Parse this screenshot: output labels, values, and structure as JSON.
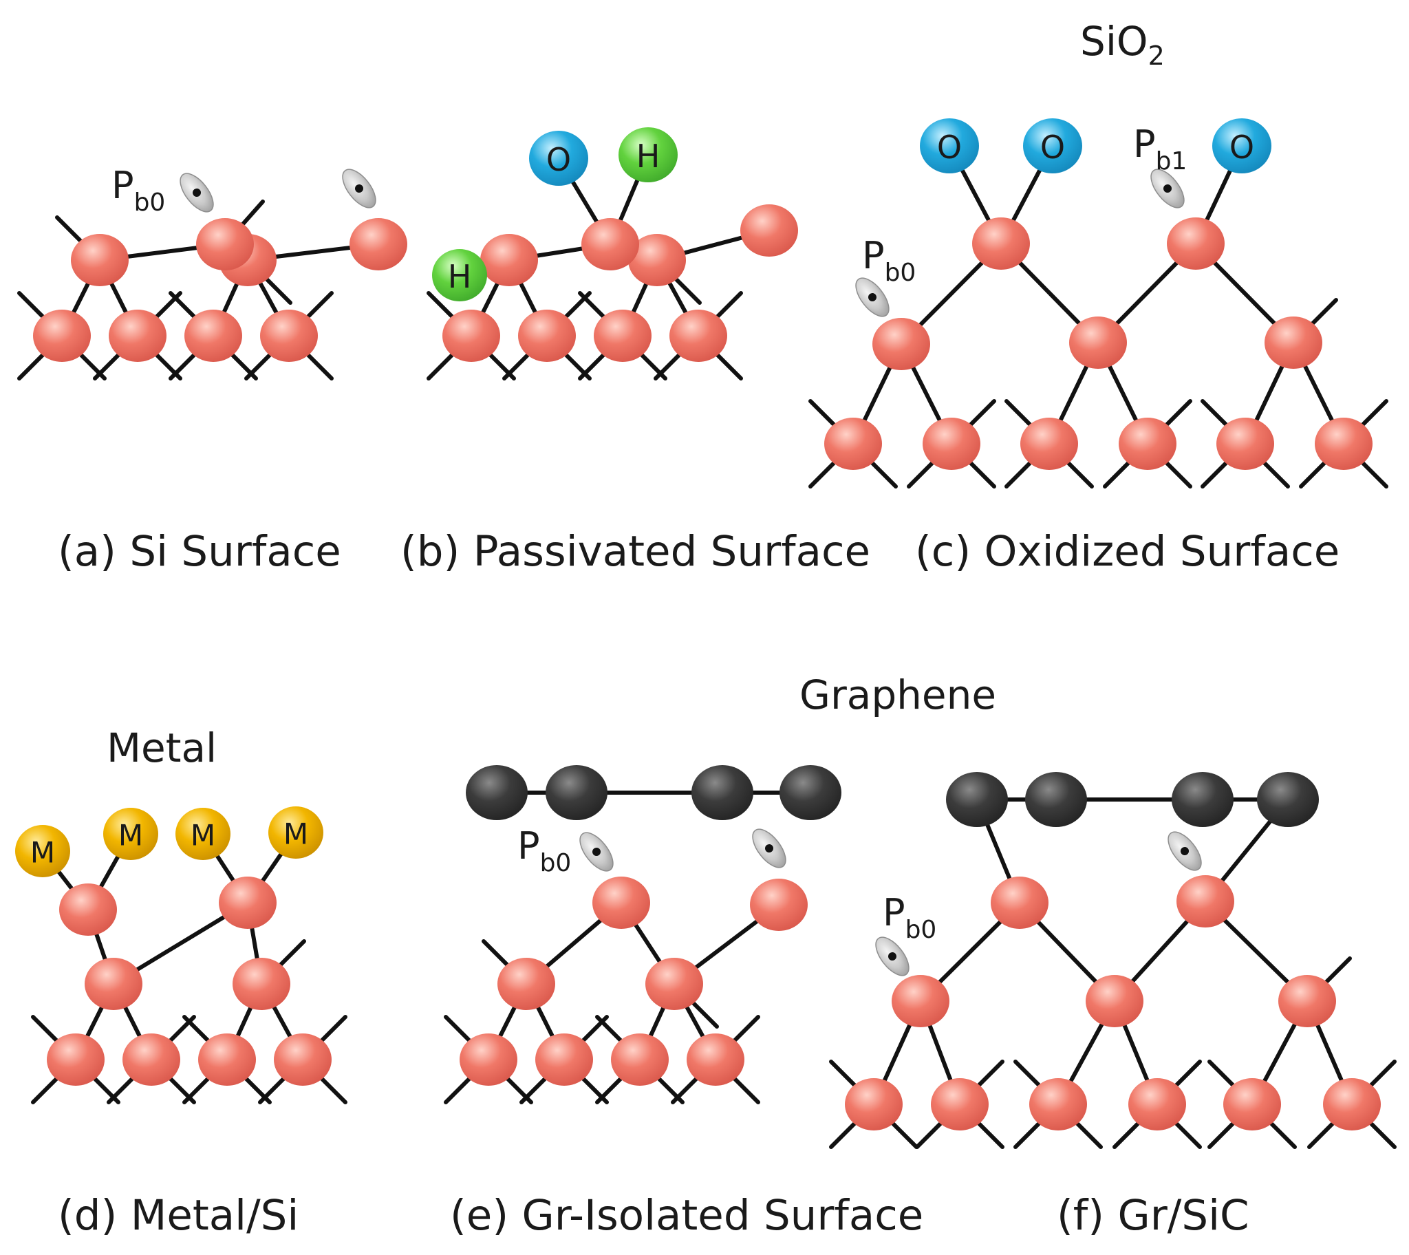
{
  "figure": {
    "colors": {
      "silicon": "#ee6e60",
      "hydrogen": "#5ccf3c",
      "oxygen": "#1ea6d9",
      "metal": "#f0b400",
      "carbon": "#3a3a3a",
      "bond": "#111111",
      "defect": "#c8c8c8"
    },
    "panels": [
      {
        "id": "a",
        "caption": "(a) Si Surface",
        "defects": [
          {
            "main": "P",
            "sub": "b0"
          }
        ]
      },
      {
        "id": "b",
        "caption": "(b) Passivated Surface",
        "atoms": {
          "oxygen": "O",
          "hydrogen": "H"
        }
      },
      {
        "id": "c",
        "caption": "(c)  Oxidized Surface",
        "material": {
          "main": "SiO",
          "sub": "2"
        },
        "atoms": {
          "oxygen": "O"
        },
        "defects": [
          {
            "main": "P",
            "sub": "b1"
          },
          {
            "main": "P",
            "sub": "b0"
          }
        ]
      },
      {
        "id": "d",
        "caption": "(d) Metal/Si",
        "material": {
          "main": "Metal"
        },
        "atoms": {
          "metal": "M"
        }
      },
      {
        "id": "e",
        "caption": "(e)  Gr-Isolated Surface",
        "material": {
          "main": "Graphene"
        },
        "defects": [
          {
            "main": "P",
            "sub": "b0"
          }
        ]
      },
      {
        "id": "f",
        "caption": "(f) Gr/SiC",
        "defects": [
          {
            "main": "P",
            "sub": "b0"
          }
        ]
      }
    ]
  }
}
